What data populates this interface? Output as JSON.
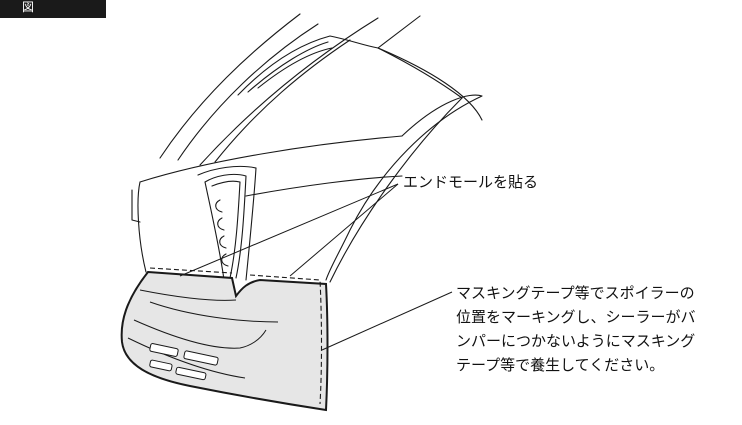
{
  "header": {
    "tab_label": "図"
  },
  "callouts": {
    "end_mold": "エンドモールを貼る",
    "masking_lines": [
      "マスキングテープ等でスポイラーの",
      "位置をマーキングし、シーラーがバ",
      "ンパーにつかないようにマスキング",
      "テープ等で養生してください。"
    ]
  },
  "colors": {
    "line": "#1a1a1a",
    "spoiler_fill": "#e6e6e6",
    "tab_background": "#1a1a1a"
  }
}
